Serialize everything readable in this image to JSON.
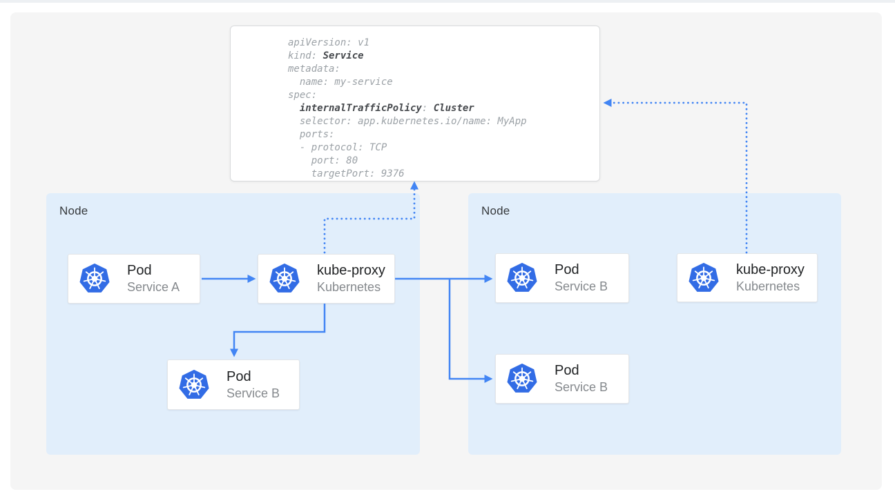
{
  "yaml_card": {
    "lines": [
      [
        {
          "t": "apiVersion: v1",
          "b": false
        }
      ],
      [
        {
          "t": "kind: ",
          "b": false
        },
        {
          "t": "Service",
          "b": true
        }
      ],
      [
        {
          "t": "metadata:",
          "b": false
        }
      ],
      [
        {
          "t": "  name: my-service",
          "b": false
        }
      ],
      [
        {
          "t": "spec:",
          "b": false
        }
      ],
      [
        {
          "t": "  ",
          "b": false
        },
        {
          "t": "internalTrafficPolicy",
          "b": true
        },
        {
          "t": ": ",
          "b": false
        },
        {
          "t": "Cluster",
          "b": true
        }
      ],
      [
        {
          "t": "  selector: app.kubernetes.io/name: MyApp",
          "b": false
        }
      ],
      [
        {
          "t": "  ports:",
          "b": false
        }
      ],
      [
        {
          "t": "  - protocol: TCP",
          "b": false
        }
      ],
      [
        {
          "t": "    port: 80",
          "b": false
        }
      ],
      [
        {
          "t": "    targetPort: 9376",
          "b": false
        }
      ]
    ]
  },
  "nodes": {
    "left": {
      "label": "Node"
    },
    "right": {
      "label": "Node"
    }
  },
  "cards": {
    "pod_a": {
      "title": "Pod",
      "subtitle": "Service A"
    },
    "kube_proxy_left": {
      "title": "kube-proxy",
      "subtitle": "Kubernetes"
    },
    "pod_b_left": {
      "title": "Pod",
      "subtitle": "Service B"
    },
    "pod_b_top_right": {
      "title": "Pod",
      "subtitle": "Service B"
    },
    "pod_b_bottom_right": {
      "title": "Pod",
      "subtitle": "Service B"
    },
    "kube_proxy_right": {
      "title": "kube-proxy",
      "subtitle": "Kubernetes"
    }
  },
  "icons": {
    "kubernetes_logo": "kubernetes-helm-icon"
  },
  "colors": {
    "arrow_blue": "#4285f4",
    "kubernetes_blue": "#326ce5",
    "node_fill": "#e1eefb",
    "panel_gray": "#f5f5f5",
    "top_bar": "#edf0f3",
    "yaml_regular_text": "#9ba1a6",
    "yaml_bold_text": "#46494d"
  }
}
